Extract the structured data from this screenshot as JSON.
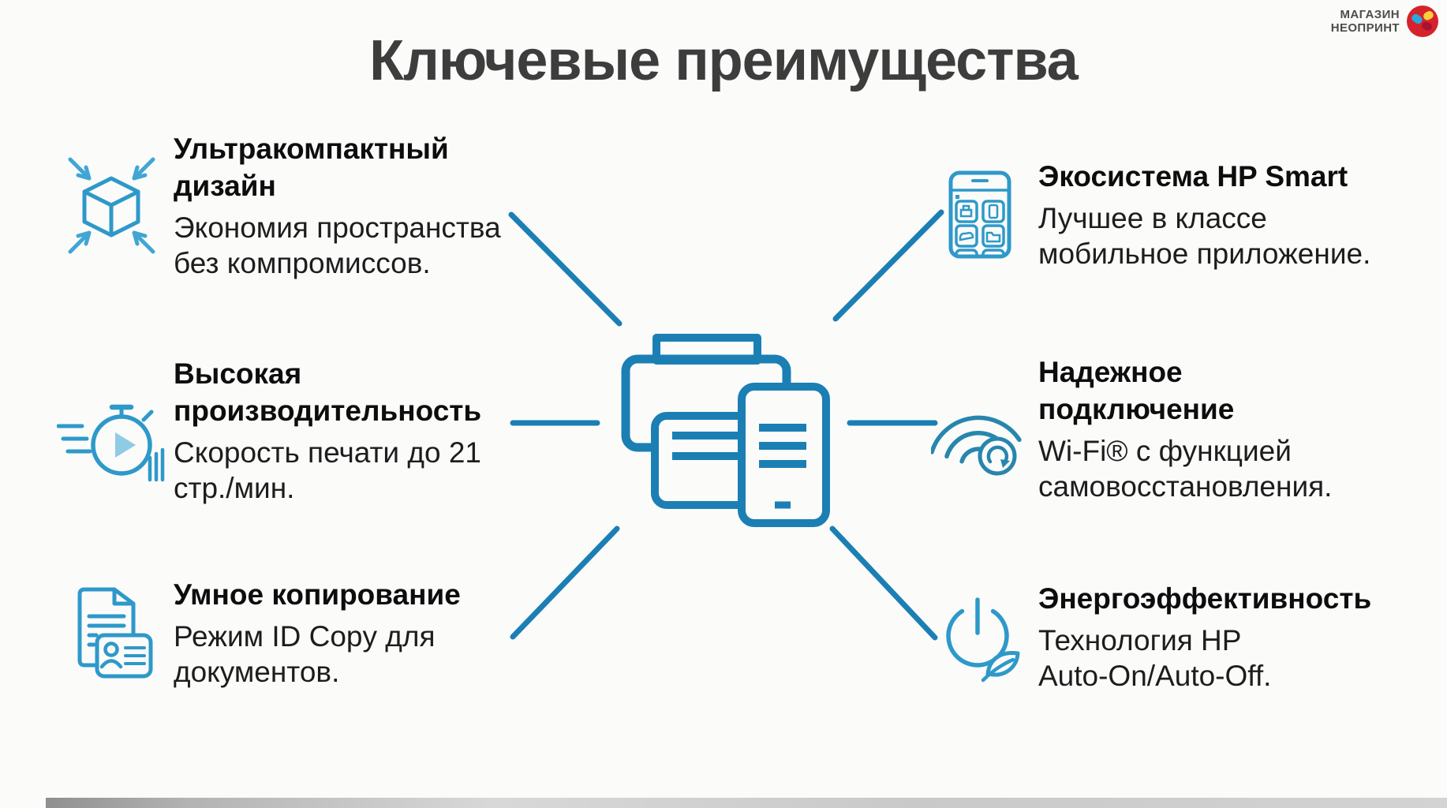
{
  "slide": {
    "title": "Ключевые преимущества"
  },
  "brand": {
    "name": "МАГАЗИН\nНЕОПРИНТ",
    "logo": "neoprint-pinwheel-icon"
  },
  "colors": {
    "accent_blue": "#1b7fb4",
    "icon_blue": "#2e99c9",
    "wifi_blue": "#2786ad",
    "title_gray": "#3d3d3d",
    "text_black": "#0d0d0d",
    "logo_red": "#d5232b"
  },
  "hub": {
    "icon": "printer-phone-icon"
  },
  "features": {
    "left": [
      {
        "icon": "shrink-cube-icon",
        "title": "Ультракомпактный\nдизайн",
        "desc": "Экономия пространства\nбез компромиссов."
      },
      {
        "icon": "stopwatch-icon",
        "title": "Высокая\nпроизводительность",
        "desc": "Скорость печати до 21\nстр./мин."
      },
      {
        "icon": "id-copy-icon",
        "title": "Умное копирование",
        "desc": "Режим ID Copy для\nдокументов."
      }
    ],
    "right": [
      {
        "icon": "smartphone-apps-icon",
        "title": "Экосистема HP Smart",
        "desc": "Лучшее в классе\nмобильное приложение."
      },
      {
        "icon": "wifi-selfheal-icon",
        "title": "Надежное\nподключение",
        "desc": "Wi-Fi® с функцией\nсамовосстановления."
      },
      {
        "icon": "power-leaf-icon",
        "title": "Энергоэффективность",
        "desc": "Технология HP\nAuto-On/Auto-Off."
      }
    ]
  }
}
